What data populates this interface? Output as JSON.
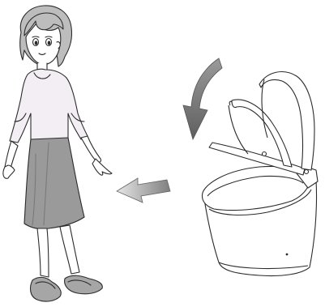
{
  "illustration": {
    "colors": {
      "line": "#2b2b2b",
      "skin": "#ffffff",
      "blouse": "#f2eef3",
      "skirt": "#9a9a9a",
      "slippers": "#a6a6a6",
      "toilet": "#ffffff",
      "arrow_fill": "#8f8f8f",
      "arrow_light": "#e4e4e4"
    },
    "icons": [
      "woman-figure",
      "curved-down-arrow",
      "left-arrow",
      "smart-toilet-with-lid"
    ]
  }
}
